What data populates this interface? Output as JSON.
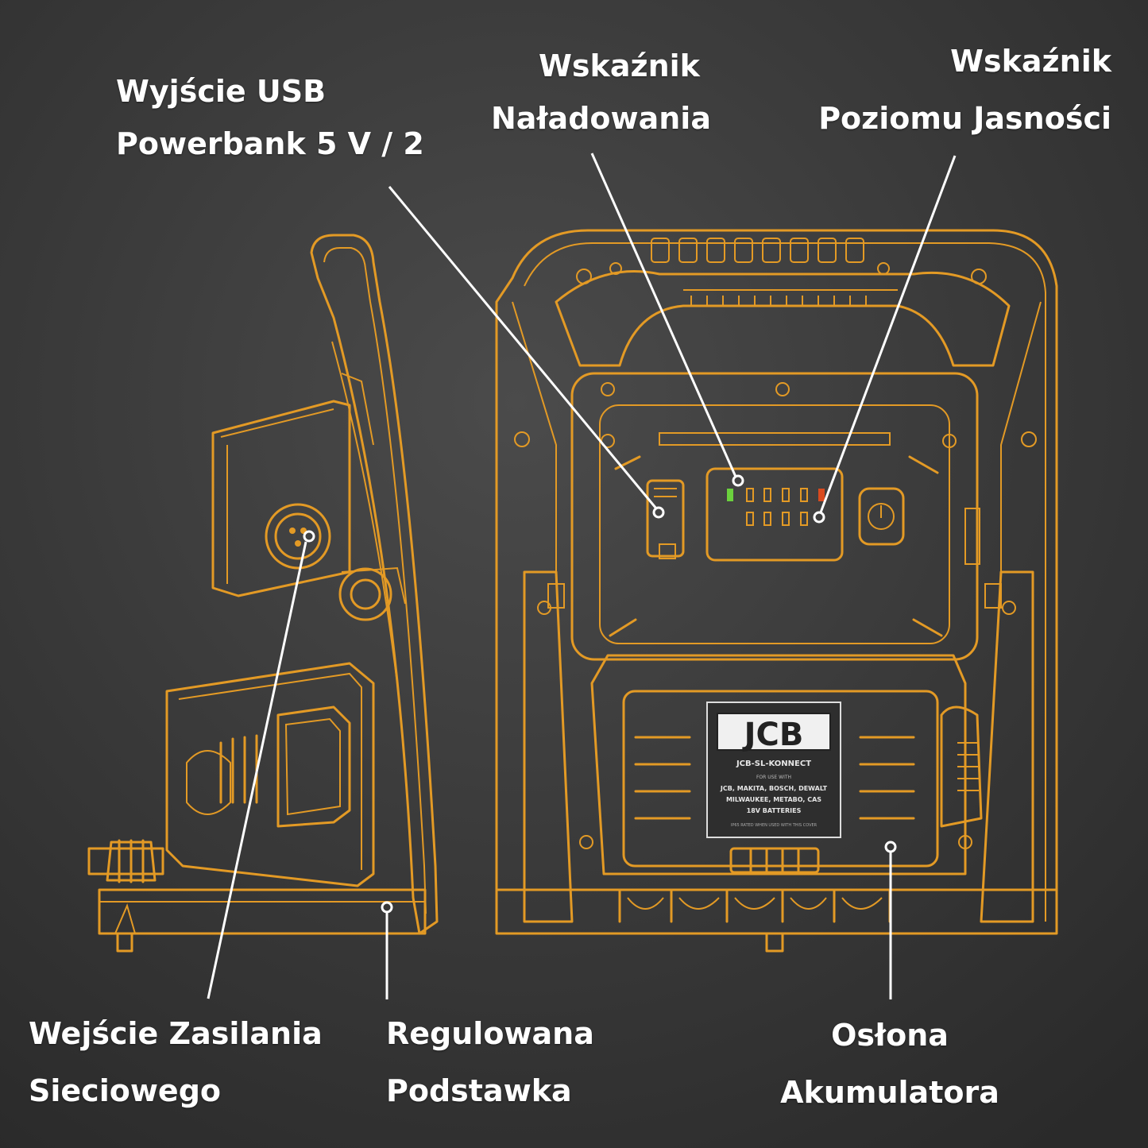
{
  "labels": {
    "usb": {
      "line1": "Wyjście USB",
      "line2": "Powerbank 5 V / 2"
    },
    "charge": {
      "line1": "Wskaźnik",
      "line2": "Naładowania"
    },
    "brightness": {
      "line1": "Wskaźnik",
      "line2": "Poziomu Jasności"
    },
    "power_input": {
      "line1": "Wejście Zasilania",
      "line2": "Sieciowego"
    },
    "stand": {
      "line1": "Regulowana",
      "line2": "Podstawka"
    },
    "battery_cover": {
      "line1": "Osłona",
      "line2": "Akumulatora"
    }
  },
  "plate": {
    "logo": "JCB",
    "model": "JCB-SL-KONNECT",
    "for_use": "FOR USE WITH",
    "brands1": "JCB, MAKITA, BOSCH, DEWALT",
    "brands2": "MILWAUKEE, METABO, CAS",
    "batteries": "18V BATTERIES",
    "note": "IP65 RATED WHEN USED WITH THIS COVER"
  },
  "colors": {
    "outline": "#e39a25",
    "background": "#3a3a3a",
    "text": "#ffffff"
  }
}
